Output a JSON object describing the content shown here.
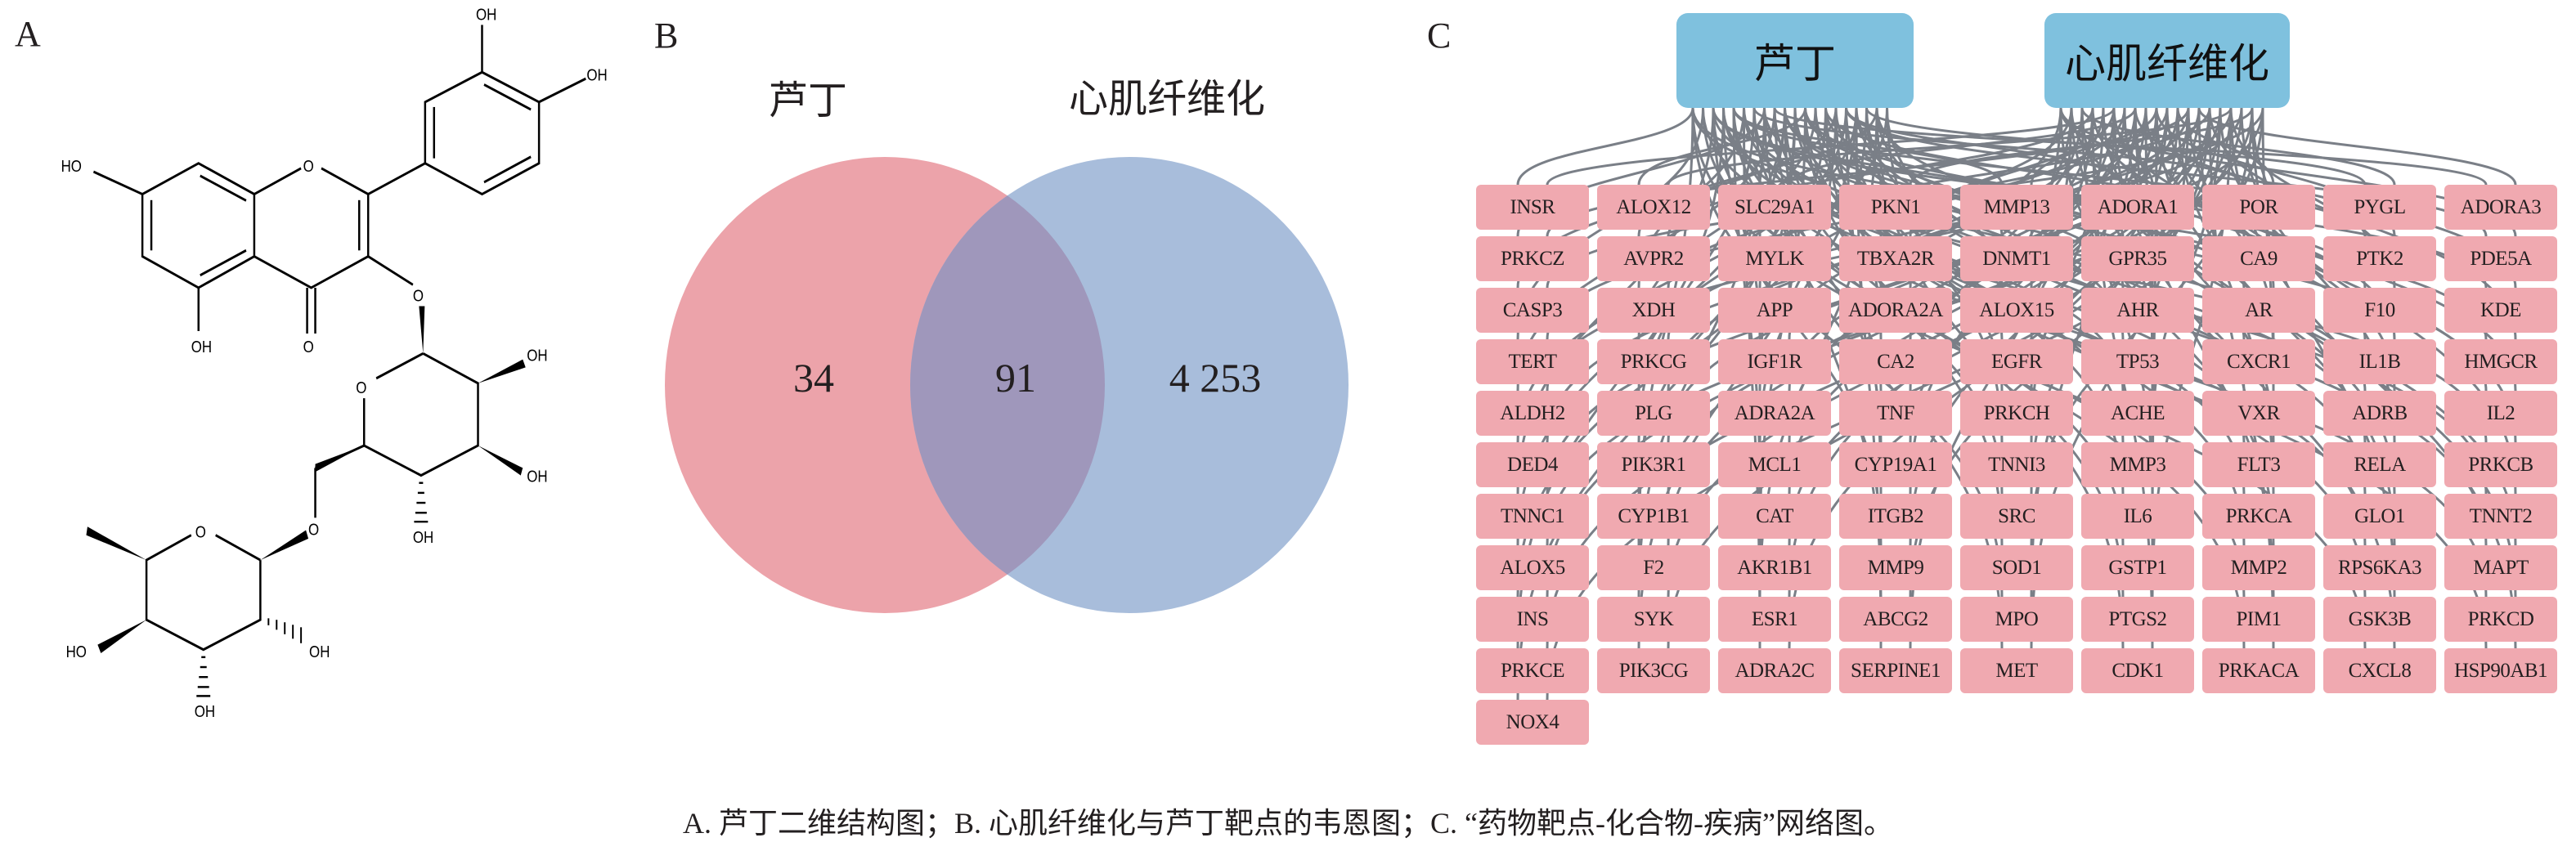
{
  "panels": {
    "a": "A",
    "b": "B",
    "c": "C"
  },
  "molecule": {
    "name": "芦丁",
    "atom_labels": [
      "OH",
      "OH",
      "HO",
      "O",
      "OH",
      "O",
      "O",
      "O",
      "OH",
      "OH",
      "OH",
      "O",
      "O",
      "HO",
      "OH",
      "OH"
    ]
  },
  "venn": {
    "set1_label": "芦丁",
    "set2_label": "心肌纤维化",
    "only_set1": "34",
    "intersection": "91",
    "only_set2": "4 253",
    "colors": {
      "set1": "#eca3aa",
      "set2": "#a8bddb",
      "overlap": "#9f97bb"
    }
  },
  "network": {
    "hubs": [
      "芦丁",
      "心肌纤维化"
    ],
    "hub_color": "#7fc1de",
    "gene_color": "#f0a9b0",
    "edge_color": "#7a7f87",
    "genes": [
      "INSR",
      "ALOX12",
      "SLC29A1",
      "PKN1",
      "MMP13",
      "ADORA1",
      "POR",
      "PYGL",
      "ADORA3",
      "PRKCZ",
      "AVPR2",
      "MYLK",
      "TBXA2R",
      "DNMT1",
      "GPR35",
      "CA9",
      "PTK2",
      "PDE5A",
      "CASP3",
      "XDH",
      "APP",
      "ADORA2A",
      "ALOX15",
      "AHR",
      "AR",
      "F10",
      "KDE",
      "TERT",
      "PRKCG",
      "IGF1R",
      "CA2",
      "EGFR",
      "TP53",
      "CXCR1",
      "IL1B",
      "HMGCR",
      "ALDH2",
      "PLG",
      "ADRA2A",
      "TNF",
      "PRKCH",
      "ACHE",
      "VXR",
      "ADRB",
      "IL2",
      "DED4",
      "PIK3R1",
      "MCL1",
      "CYP19A1",
      "TNNI3",
      "MMP3",
      "FLT3",
      "RELA",
      "PRKCB",
      "TNNC1",
      "CYP1B1",
      "CAT",
      "ITGB2",
      "SRC",
      "IL6",
      "PRKCA",
      "GLO1",
      "TNNT2",
      "ALOX5",
      "F2",
      "AKR1B1",
      "MMP9",
      "SOD1",
      "GSTP1",
      "MMP2",
      "RPS6KA3",
      "MAPT",
      "INS",
      "SYK",
      "ESR1",
      "ABCG2",
      "MPO",
      "PTGS2",
      "PIM1",
      "GSK3B",
      "PRKCD",
      "PRKCE",
      "PIK3CG",
      "ADRA2C",
      "SERPINE1",
      "MET",
      "CDK1",
      "PRKACA",
      "CXCL8",
      "HSP90AB1",
      "NOX4"
    ]
  },
  "caption": "A. 芦丁二维结构图；B. 心肌纤维化与芦丁靶点的韦恩图；C. “药物靶点-化合物-疾病”网络图。"
}
